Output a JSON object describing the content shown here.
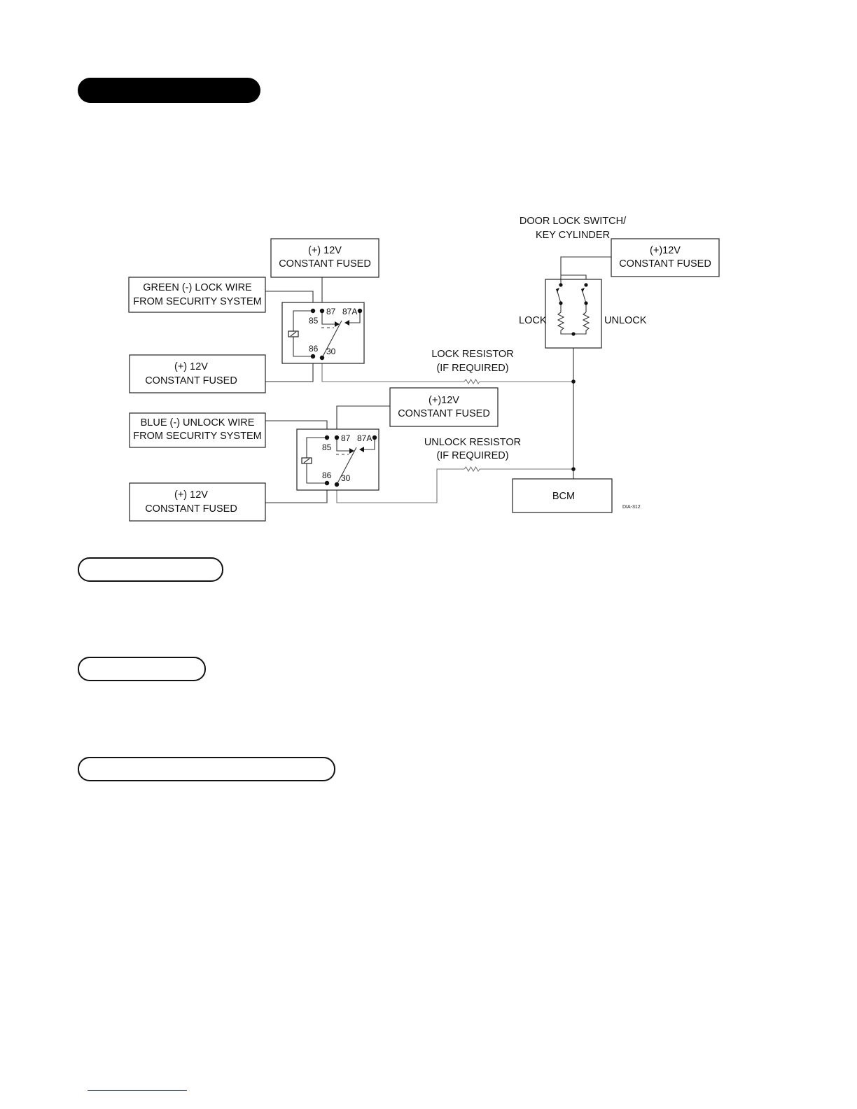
{
  "header": {
    "pill_label": ""
  },
  "diagram": {
    "relay1_supply": {
      "line1": "(+) 12V",
      "line2": "CONSTANT FUSED"
    },
    "green_lock_wire": {
      "line1": "GREEN (-) LOCK WIRE",
      "line2": "FROM SECURITY SYSTEM"
    },
    "relay1_coil_supply": {
      "line1": "(+) 12V",
      "line2": "CONSTANT FUSED"
    },
    "relay2_supply": {
      "line1": "(+)12V",
      "line2": "CONSTANT FUSED"
    },
    "blue_unlock_wire": {
      "line1": "BLUE (-) UNLOCK WIRE",
      "line2": "FROM SECURITY SYSTEM"
    },
    "relay2_coil_supply": {
      "line1": "(+) 12V",
      "line2": "CONSTANT FUSED"
    },
    "door_lock_switch": {
      "line1": "DOOR LOCK SWITCH/",
      "line2": "KEY CYLINDER"
    },
    "switch_supply": {
      "line1": "(+)12V",
      "line2": "CONSTANT FUSED"
    },
    "lock_label": "LOCK",
    "unlock_label": "UNLOCK",
    "lock_resistor": {
      "line1": "LOCK RESISTOR",
      "line2": "(IF REQUIRED)"
    },
    "unlock_resistor": {
      "line1": "UNLOCK RESISTOR",
      "line2": "(IF REQUIRED)"
    },
    "bcm": "BCM",
    "diagram_ref": "DIA-312",
    "relay_pins": {
      "p85": "85",
      "p86": "86",
      "p87": "87",
      "p87a": "87A",
      "p30": "30"
    }
  },
  "sections": [
    {
      "label": ""
    },
    {
      "label": ""
    },
    {
      "label": ""
    }
  ],
  "footer": {
    "link_text": ""
  }
}
